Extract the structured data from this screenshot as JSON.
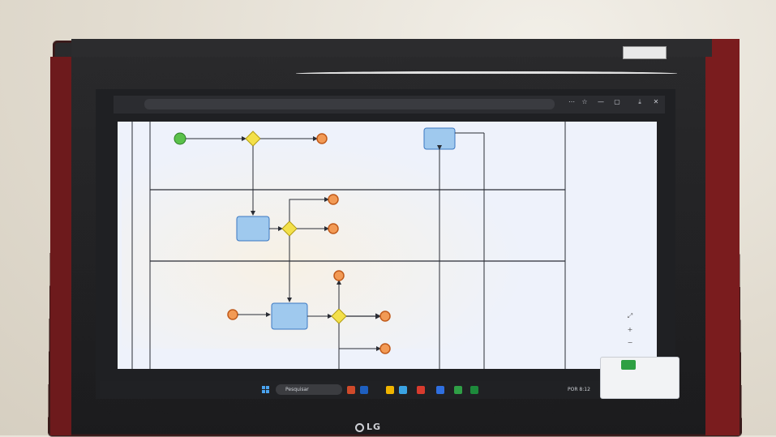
{
  "photo": {
    "subject": "",
    "brand_logo": "LG"
  },
  "browser": {
    "address": "",
    "buttons": [
      "⋯",
      "☆",
      "—",
      "▢",
      "⤓",
      "✕"
    ]
  },
  "diagram": {
    "lanes": [
      "",
      "",
      ""
    ],
    "labels": {
      "start_event": "",
      "flow_top": "",
      "gateway_top_yes": "",
      "gateway_top_no": "",
      "task_lane2": "",
      "gw2_yes": "",
      "gw2_mid": "",
      "gw2_no": "",
      "end2a": "",
      "end2b": "",
      "task_lane3": "",
      "start3": "",
      "arrow3": "",
      "gw3_top": "",
      "gw3_right": "",
      "gw3_bottom": "",
      "end3a": "",
      "end3b": "",
      "task_right": "",
      "right_arrow": "",
      "right_bottom": ""
    },
    "colors": {
      "task_fill": "#9fc9ee",
      "task_stroke": "#3b78c2",
      "gateway_fill": "#f3e04a",
      "gateway_stroke": "#b39d12",
      "start_fill": "#5ac14a",
      "end_fill": "#f29a55",
      "lane_line": "#2a2d35"
    }
  },
  "taskbar": {
    "search_placeholder": "Pesquisar",
    "tray_text": "POR 8:12",
    "apps": [
      "#d04a2a",
      "#1e5fbf",
      "#f0b400",
      "#3aa3e3",
      "#d83b2e",
      "#2f6fe0",
      "#2f9f46",
      "#1d8a3b"
    ]
  },
  "notification": {
    "line1": "",
    "line2": ""
  },
  "zoom_controls": [
    "⤢",
    "+",
    "−"
  ]
}
